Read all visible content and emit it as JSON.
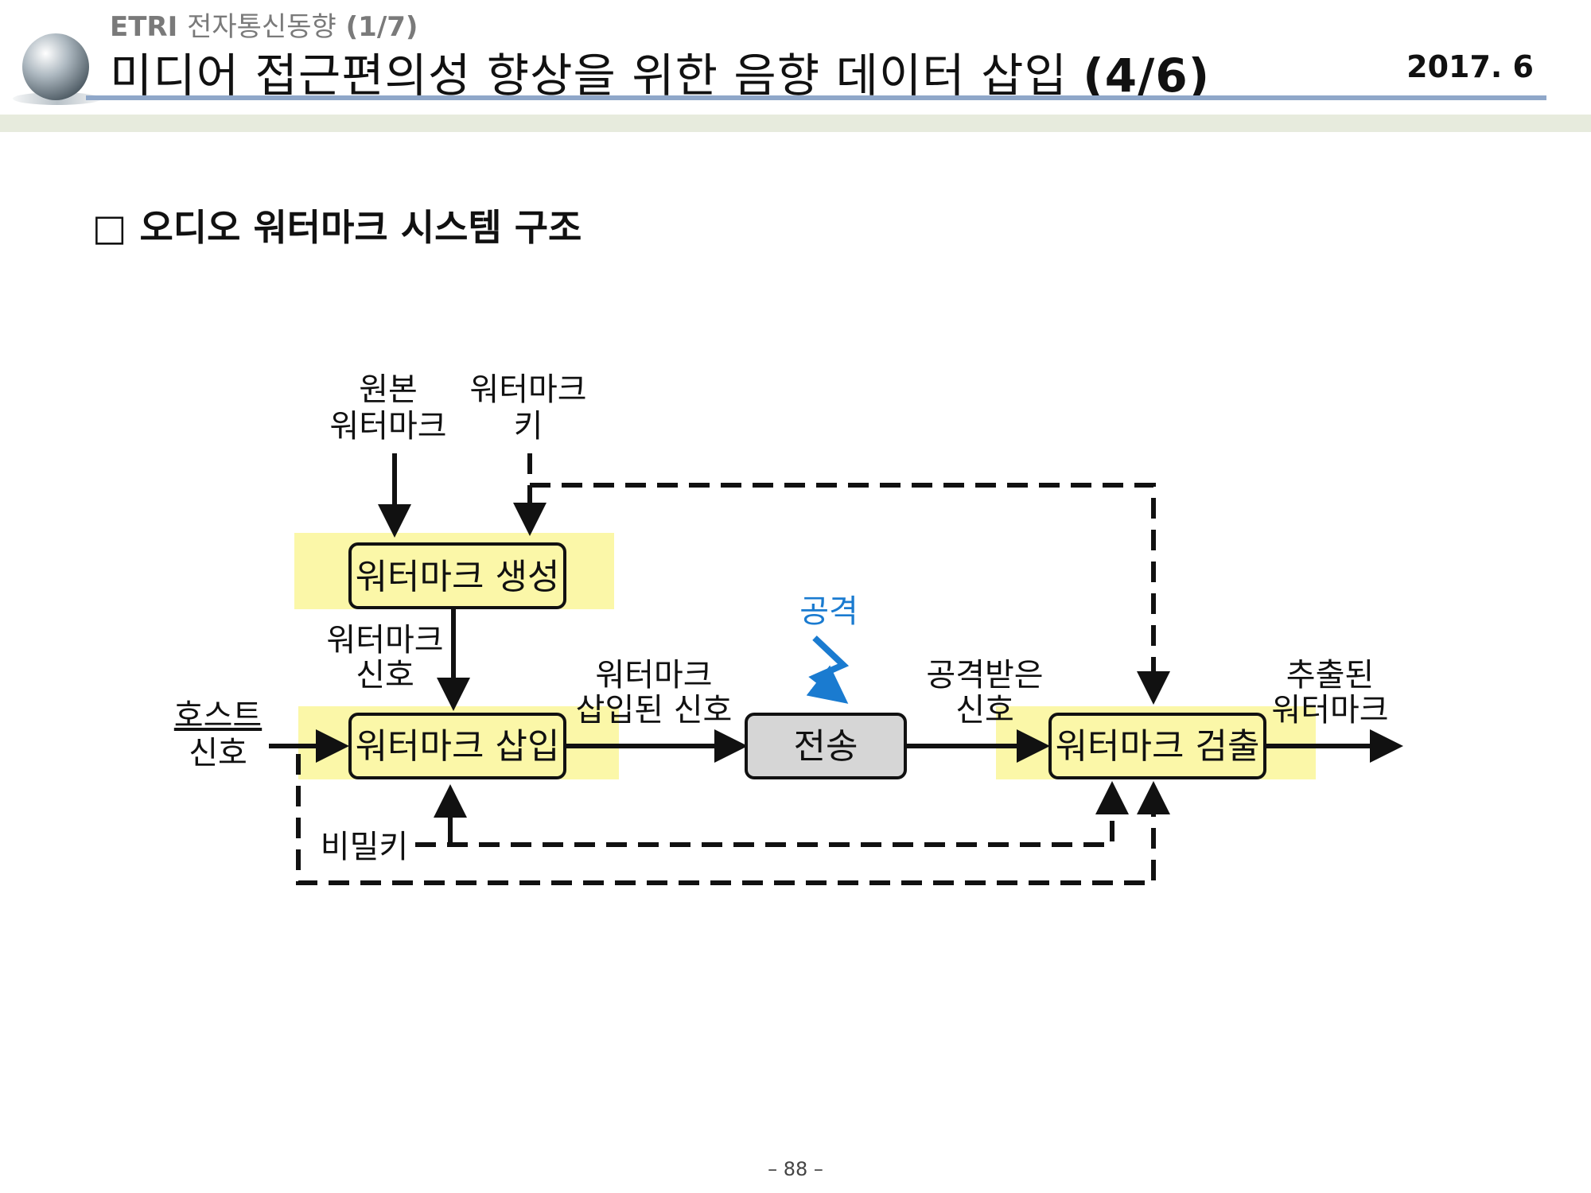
{
  "header": {
    "kicker_brand": "ETRI",
    "kicker_sub": "전자통신동향",
    "kicker_count": "(1/7)",
    "title": "미디어 접근편의성 향상을 위한 음향 데이터 삽입",
    "title_part": "(4/6)",
    "date": "2017. 6"
  },
  "section": {
    "bullet": "□",
    "title": "오디오 워터마크 시스템 구조"
  },
  "diagram": {
    "inputs": {
      "original_watermark": [
        "원본",
        "워터마크"
      ],
      "watermark_key": [
        "워터마크",
        "키"
      ],
      "host_signal": [
        "호스트",
        "신호"
      ],
      "secret_key": "비밀키"
    },
    "boxes": {
      "generate": "워터마크 생성",
      "embed": "워터마크 삽입",
      "transmit": "전송",
      "detect": "워터마크 검출"
    },
    "edges": {
      "watermark_signal": [
        "워터마크",
        "신호"
      ],
      "embedded_signal": [
        "워터마크",
        "삽입된 신호"
      ],
      "attacked_signal": [
        "공격받은",
        "신호"
      ],
      "extracted_watermark": [
        "추출된",
        "워터마크"
      ]
    },
    "attack": "공격",
    "highlight_color": "#fbf7a8",
    "attack_color": "#1a7bd0"
  },
  "footer": {
    "page": "– 88 –"
  }
}
